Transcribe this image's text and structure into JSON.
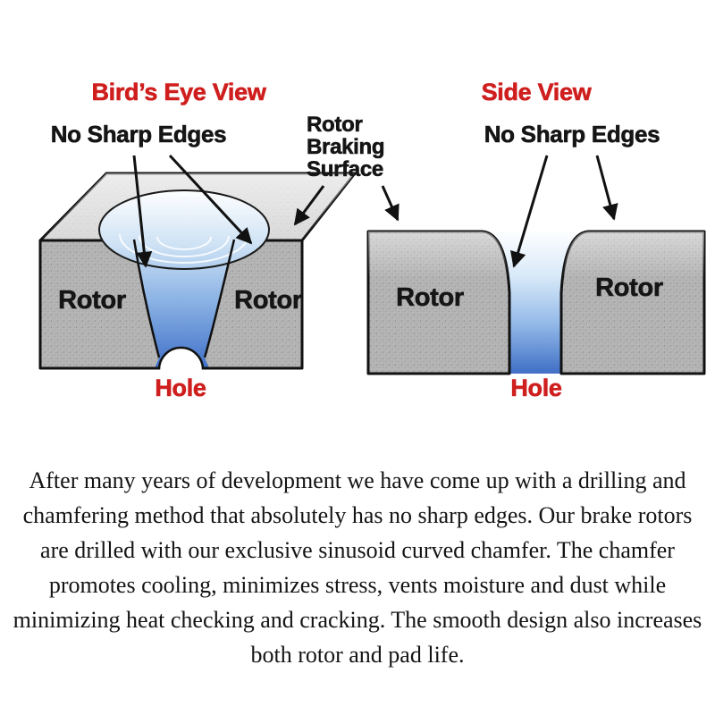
{
  "colors": {
    "accent_red": "#cf1e1e",
    "text_black": "#151515",
    "rotor_gray": "#b6b6b6",
    "rotor_top_gray": "#d8d8d8",
    "hole_blue_deep": "#3f6fc8",
    "hole_blue_light": "#d5e8f7"
  },
  "birdseye": {
    "title": "Bird’s Eye View",
    "no_sharp_edges": "No Sharp Edges",
    "rotor_left": "Rotor",
    "rotor_right": "Rotor",
    "hole": "Hole"
  },
  "braking_surface": {
    "lines": [
      "Rotor",
      "Braking",
      "Surface"
    ]
  },
  "sideview": {
    "title": "Side View",
    "no_sharp_edges": "No Sharp Edges",
    "rotor_left": "Rotor",
    "rotor_right": "Rotor",
    "hole": "Hole"
  },
  "paragraph": "After many years of development we have come up with a drilling and chamfering method that absolutely has no sharp edges.  Our brake rotors are drilled with our exclusive sinusoid curved chamfer. The chamfer promotes cooling, minimizes stress, vents moisture and dust while minimizing heat checking and cracking. The smooth design also increases both rotor and pad life."
}
